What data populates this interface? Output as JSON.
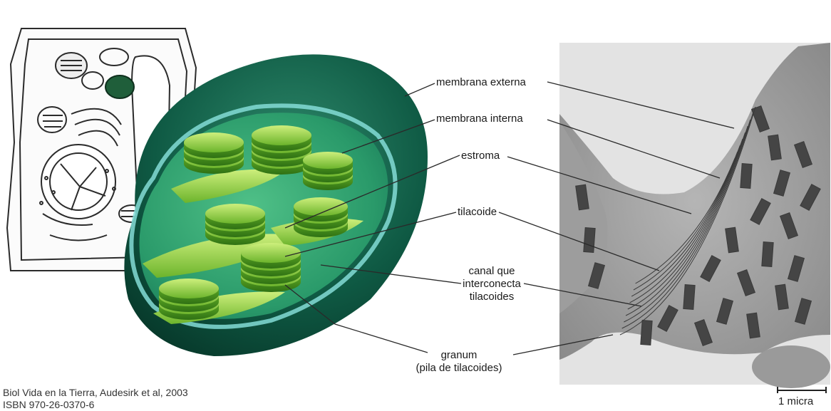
{
  "labels": {
    "membrana_externa": "membrana externa",
    "membrana_interna": "membrana interna",
    "estroma": "estroma",
    "tilacoide": "tilacoide",
    "canal_line1": "canal que",
    "canal_line2": "interconecta",
    "canal_line3": "tilacoides",
    "granum_line1": "granum",
    "granum_line2": "(pila de tilacoides)"
  },
  "citation": {
    "line1": "Biol Vida en la Tierra, Audesirk et al, 2003",
    "line2": "ISBN 970-26-0370-6"
  },
  "scale_bar": {
    "label": "1 micra"
  },
  "colors": {
    "outer_membrane": "#0f5a44",
    "inner_membrane": "#7fd6d0",
    "stroma": "#2a9a6a",
    "thylakoid_light": "#b9e36a",
    "thylakoid_dark": "#4f9a22",
    "micrograph": "#8d8d8d"
  }
}
